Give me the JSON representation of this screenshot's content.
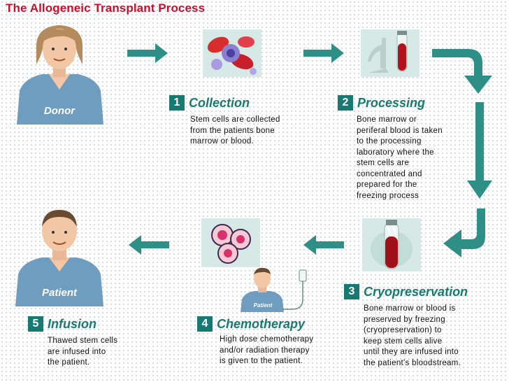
{
  "title": "The Allogeneic Transplant Process",
  "donor_label": "Donor",
  "patient_label": "Patient",
  "small_patient_label": "Patient",
  "steps": [
    {
      "number": "1",
      "title": "Collection",
      "description": "Stem cells are collected\nfrom the patients bone\nmarrow or blood."
    },
    {
      "number": "2",
      "title": "Processing",
      "description": "Bone marrow or\nperiferal blood is taken\nto the processing\nlaboratory where the\nstem cells are\nconcentrated and\nprepared for the\nfreezing process"
    },
    {
      "number": "3",
      "title": "Cryopreservation",
      "description": "Bone marrow or blood is\npreserved by freezing\n(cryopreservation) to\nkeep stem cells alive\nuntil they are infused into\nthe patient's bloodstream."
    },
    {
      "number": "4",
      "title": "Chemotherapy",
      "description": "High dose chemotherapy\nand/or radiation therapy\nis given to the patient."
    },
    {
      "number": "5",
      "title": "Infusion",
      "description": "Thawed stem cells\nare infused into\nthe patient."
    }
  ],
  "colors": {
    "title_red": "#c8102e",
    "teal": "#167a72",
    "arrow": "#2e8f86",
    "shirt": "#6f9dbf",
    "skin": "#f2c7a6"
  },
  "icons": [
    "donor-figure",
    "collection-cells-icon",
    "processing-tube-icon",
    "cryo-vial-icon",
    "chemo-cells-icon",
    "patient-figure",
    "iv-drip-icon"
  ]
}
